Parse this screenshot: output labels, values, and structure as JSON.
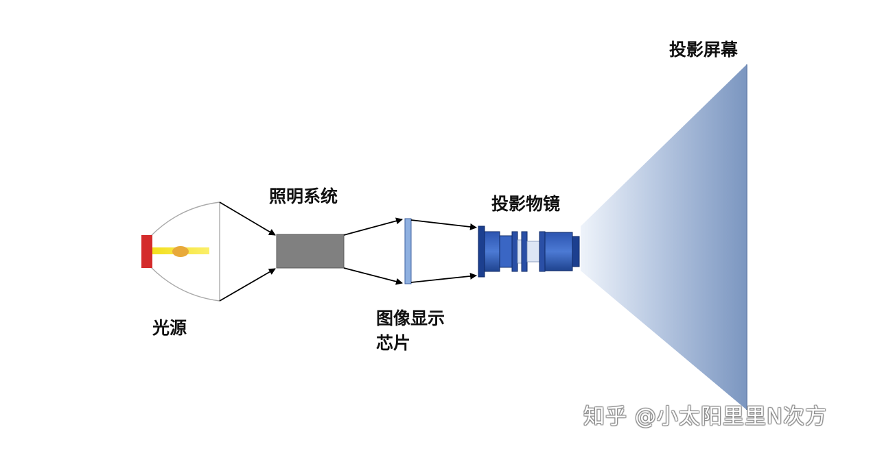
{
  "labels": {
    "light_source": "光源",
    "illumination_system": "照明系统",
    "display_chip_line1": "图像显示",
    "display_chip_line2": "芯片",
    "projection_lens": "投影物镜",
    "projection_screen": "投影屏幕"
  },
  "watermark": "知乎 @小太阳里里N次方",
  "colors": {
    "lamp_base": "#d42b2b",
    "light_beam": "#f7e52a",
    "filament": "#e8a93a",
    "illumination_block": "#808080",
    "chip_plate": "#8fb0e0",
    "lens_dark": "#1c3f8f",
    "lens_mid": "#3a66c4",
    "screen_light": "#e9eff8",
    "screen_dark": "#7b96c0"
  }
}
